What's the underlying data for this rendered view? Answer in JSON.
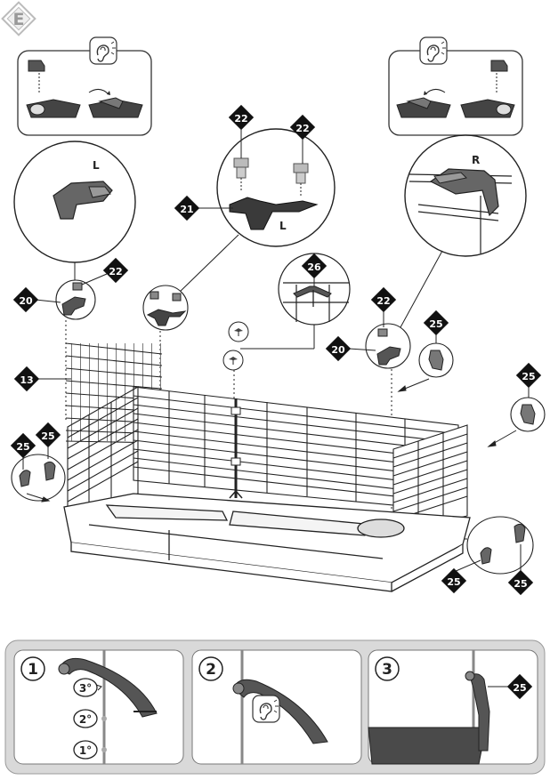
{
  "section": {
    "letter": "E"
  },
  "parts": {
    "p13": "13",
    "p20": "20",
    "p21": "21",
    "p22": "22",
    "p25": "25",
    "p26": "26"
  },
  "detail_letters": {
    "left": "L",
    "right": "R",
    "center": "L"
  },
  "steps": {
    "step1": "1",
    "step2": "2",
    "step3": "3",
    "angle1": "1°",
    "angle2": "2°",
    "angle3": "3°"
  },
  "icons": {
    "section_badge": "diamond-badge-icon",
    "hearing": "ear-click-icon",
    "callout": "black-diamond-callout-icon"
  },
  "colors": {
    "ink": "#222222",
    "gray_part": "#7a7a7a",
    "dark_part": "#3a3a3a",
    "panel_bg": "#f2f2f2",
    "panel_border": "#9a9a9a"
  }
}
